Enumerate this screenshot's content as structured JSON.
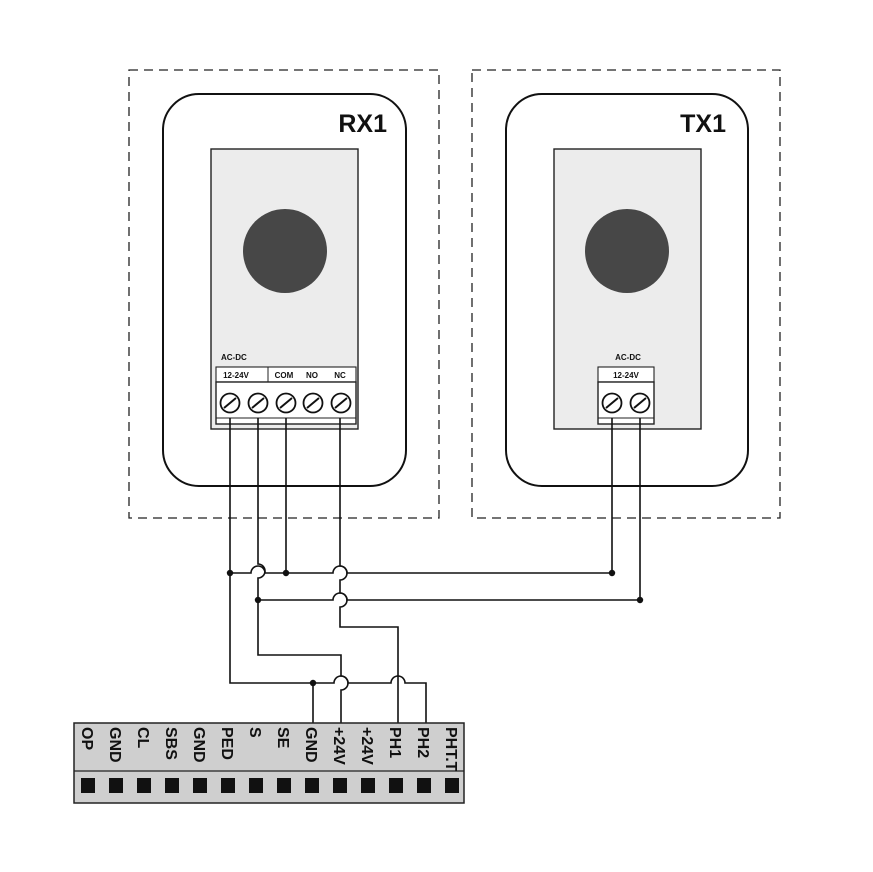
{
  "rx": {
    "title": "RX1",
    "supply_label": "AC-DC",
    "terminals": [
      "12-24V",
      "COM",
      "NO",
      "NC"
    ]
  },
  "tx": {
    "title": "TX1",
    "supply_label": "AC-DC",
    "terminals": [
      "12-24V"
    ]
  },
  "terminal_strip": {
    "labels": [
      "OP",
      "GND",
      "CL",
      "SBS",
      "GND",
      "PED",
      "S",
      "SE",
      "GND",
      "+24V",
      "+24V",
      "PH1",
      "PH2",
      "PHT.T"
    ]
  },
  "colors": {
    "panel_face": "#ececec",
    "lens": "#474747",
    "strip_face": "#cfcfcf",
    "terminal_block": "#111111"
  }
}
